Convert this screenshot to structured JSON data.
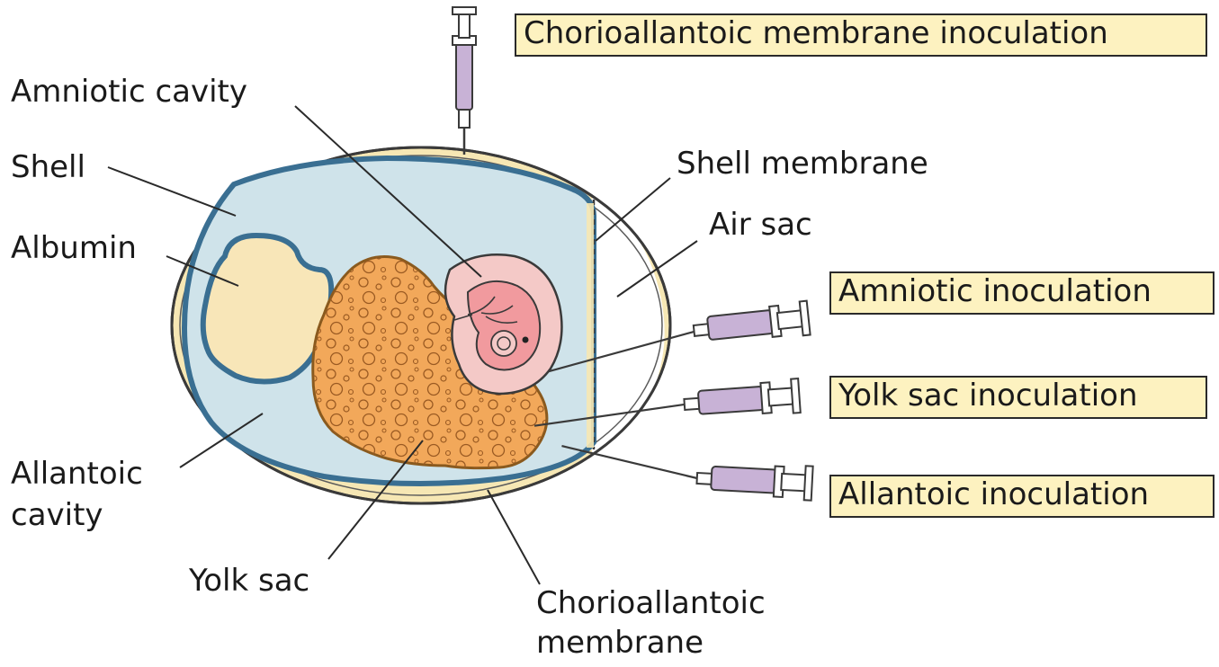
{
  "labels": {
    "amniotic_cavity": "Amniotic cavity",
    "shell": "Shell",
    "albumin": "Albumin",
    "allantoic_cavity_line1": "Allantoic",
    "allantoic_cavity_line2": "cavity",
    "yolk_sac": "Yolk sac",
    "chorioallantoic_membrane_line1": "Chorioallantoic",
    "chorioallantoic_membrane_line2": "membrane",
    "shell_membrane": "Shell membrane",
    "air_sac": "Air sac"
  },
  "inoculation_sites": {
    "chorioallantoic": "Chorioallantoic membrane inoculation",
    "amniotic": "Amniotic inoculation",
    "yolk_sac": "Yolk sac inoculation",
    "allantoic": "Allantoic inoculation"
  },
  "colors": {
    "shell_fill": "#f6e7b4",
    "albumin_fill": "#f8e6b8",
    "allantoic_cavity_fill": "#cfe3ea",
    "membrane_stroke": "#3a6f92",
    "yolk_fill": "#f2a85a",
    "amnion_fill": "#f4c9c7",
    "embryo_fill": "#f19a9e",
    "syringe_fill": "#c8b2d6",
    "label_box_fill": "#fdf2c0"
  }
}
